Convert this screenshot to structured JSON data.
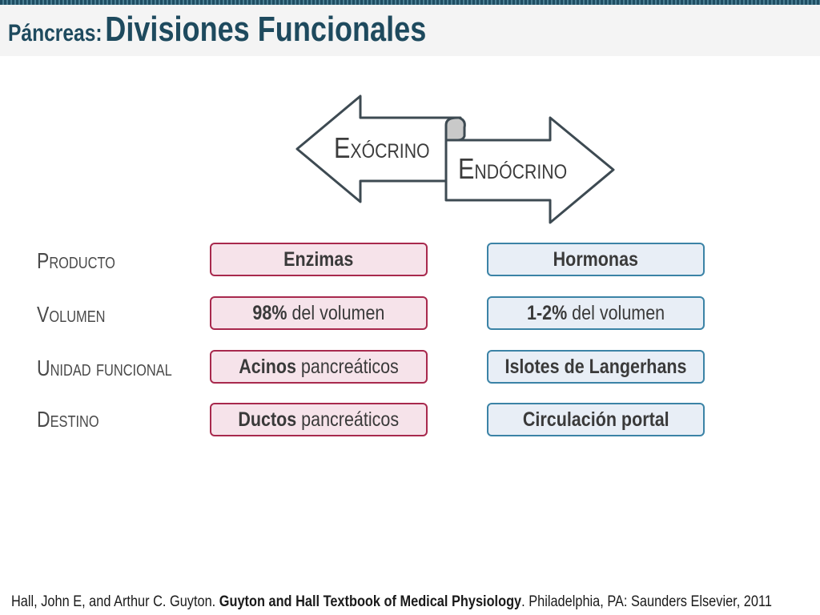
{
  "header": {
    "title_prefix": "Páncreas:",
    "title_main": "Divisiones Funcionales"
  },
  "arrows": {
    "left_label": "Exócrino",
    "right_label": "Endócrino"
  },
  "rows": [
    {
      "label": "Producto",
      "exo": {
        "bold": "Enzimas",
        "rest": ""
      },
      "endo": {
        "bold": "Hormonas",
        "rest": ""
      }
    },
    {
      "label": "Volumen",
      "exo": {
        "bold": "98%",
        "rest": " del volumen"
      },
      "endo": {
        "bold": "1-2%",
        "rest": " del volumen"
      }
    },
    {
      "label": "Unidad funcional",
      "exo": {
        "bold": "Acinos",
        "rest": " pancreáticos"
      },
      "endo": {
        "bold": "Islotes de Langerhans",
        "rest": ""
      }
    },
    {
      "label": "Destino",
      "exo": {
        "bold": "Ductos",
        "rest": " pancreáticos"
      },
      "endo": {
        "bold": "Circulación portal",
        "rest": ""
      }
    }
  ],
  "citation": {
    "prefix": "Hall, John E, and Arthur C. Guyton. ",
    "book": "Guyton and Hall Textbook of Medical Physiology",
    "suffix": ". Philadelphia, PA: Saunders Elsevier, 2011"
  },
  "colors": {
    "title": "#1e4a5e",
    "exo_fill": "#f6e3ea",
    "exo_border": "#a8294d",
    "endo_fill": "#e8eef6",
    "endo_border": "#3b83a6"
  }
}
